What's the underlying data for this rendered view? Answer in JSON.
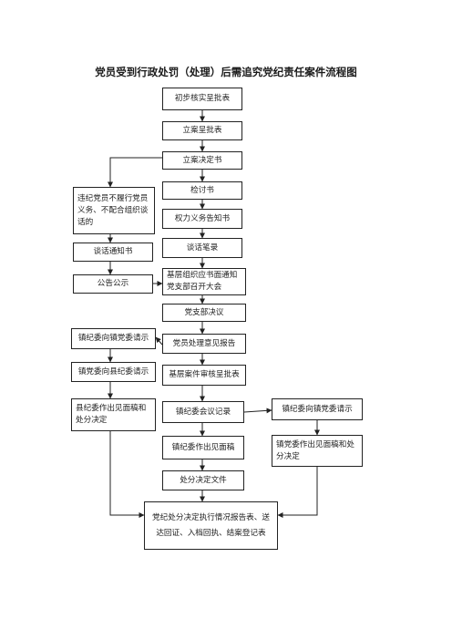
{
  "title": "党员受到行政处罚（处理）后需追究党纪责任案件流程图",
  "nodes": {
    "preliminary_check": "初步核实呈批表",
    "case_filing_report": "立案呈批表",
    "case_filing_decision": "立案决定书",
    "self_criticism": "检讨书",
    "rights_notice": "权力义务告知书",
    "talk_record": "谈话笔录",
    "noncompliant_member": "违纪党员不履行党员义务、不配合组织谈话的",
    "talk_notice": "谈话通知书",
    "public_notice": "公告公示",
    "grassroots_notice": "基层组织应书面通知党支部召开大会",
    "branch_resolution": "党支部决议",
    "town_commission_request_1": "镇纪委向镇党委请示",
    "town_party_request_county": "镇党委向县纪委请示",
    "county_commission_opinion": "县纪委作出见面稿和处分决定",
    "member_handling_report": "党员处理意见报告",
    "grassroots_case_review": "基层案件审核呈批表",
    "town_meeting_record": "镇纪委会议记录",
    "town_commission_request_2": "镇纪委向镇党委请示",
    "town_commission_opinion": "镇纪委作出见面稿",
    "town_party_opinion": "镇党委作出见面稿和处分决定",
    "punishment_decision": "处分决定文件",
    "final_report": "党纪处分决定执行情况报告表、送达回证、入档回执、结案登记表"
  }
}
